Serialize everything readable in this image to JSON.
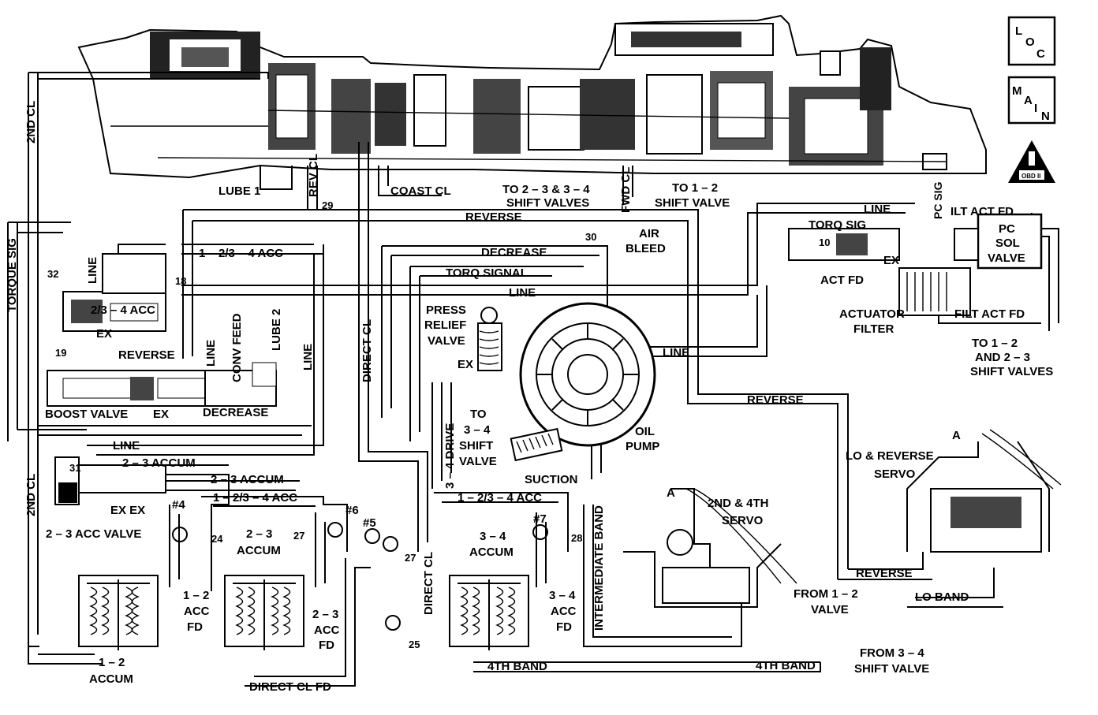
{
  "buttons": {
    "loc_top": "L",
    "loc_mid": "O",
    "loc_bot": "C",
    "main_m": "M",
    "main_a": "A",
    "main_i": "I",
    "main_n": "N",
    "obd": "OBD II"
  },
  "labels": {
    "second_cl_top": "2ND CL",
    "second_cl_bottom": "2ND CL",
    "lube1": "LUBE 1",
    "rev_cl": "REV CL",
    "n29": "29",
    "coast_cl": "COAST CL",
    "to_23_34_a": "TO 2 – 3 & 3 – 4",
    "to_23_34_b": "SHIFT VALVES",
    "fwd_cl": "FWD CL",
    "to_12_a": "TO 1 – 2",
    "to_12_b": "SHIFT VALVE",
    "reverse_top": "REVERSE",
    "line_right": "LINE",
    "pc_sig": "PC SIG",
    "ilt_act_fd": "ILT ACT FD",
    "torq_sig": "TORQ SIG",
    "n10": "10",
    "pc_sol_a": "PC",
    "pc_sol_b": "SOL",
    "pc_sol_c": "VALVE",
    "ex_right": "EX",
    "act_fd": "ACT FD",
    "actuator_a": "ACTUATOR",
    "actuator_b": "FILTER",
    "filt_act_fd": "FILT ACT FD",
    "to_12_23_a": "TO 1 – 2",
    "to_12_23_b": "AND 2 – 3",
    "to_12_23_c": "SHIFT VALVES",
    "torque_sig": "TORQUE SIG",
    "n32": "32",
    "line_v1": "LINE",
    "acc_1234_top": "1 – 2/3 – 4 ACC",
    "n18": "18",
    "acc_234": "2/3 – 4 ACC",
    "ex_234": "EX",
    "n30": "30",
    "air_bleed_a": "AIR",
    "air_bleed_b": "BLEED",
    "decrease_top": "DECREASE",
    "torq_signal": "TORQ SIGNAL",
    "line_mid": "LINE",
    "press_relief_a": "PRESS",
    "press_relief_b": "RELIEF",
    "press_relief_c": "VALVE",
    "ex_press": "EX",
    "line_pump": "LINE",
    "n19": "19",
    "reverse_left": "REVERSE",
    "line_v2": "LINE",
    "conv_feed": "CONV FEED",
    "lube2": "LUBE 2",
    "line_v3": "LINE",
    "direct_cl_v": "DIRECT CL",
    "boost_valve": "BOOST VALVE",
    "ex_boost": "EX",
    "decrease_left": "DECREASE",
    "reverse_mid": "REVERSE",
    "to_34_a": "TO",
    "to_34_b": "3 – 4",
    "to_34_c": "SHIFT",
    "to_34_d": "VALVE",
    "drive_34": "3 – 4 DRIVE",
    "oil_pump_a": "OIL",
    "oil_pump_b": "PUMP",
    "line_low": "LINE",
    "acc_23_a": "2 – 3 ACCUM",
    "acc_23_b": "2 – 3 ACCUM",
    "n31": "31",
    "suction": "SUCTION",
    "lo_rev_a": "LO & REVERSE",
    "lo_rev_b": "SERVO",
    "intermediate_band": "INTERMEDIATE BAND",
    "second_fourth_a": "2ND & 4TH",
    "second_fourth_b": "SERVO",
    "acc_1234_mid": "1 – 2/3 – 4 ACC",
    "ex_ex": "EX EX",
    "acc_1234_right": "1 – 2/3 – 4 ACC",
    "acc_valve_23": "2 – 3 ACC VALVE",
    "h4": "#4",
    "h6": "#6",
    "h5": "#5",
    "h7": "#7",
    "n24": "24",
    "n27a": "27",
    "n27b": "27",
    "n28": "28",
    "n25": "25",
    "accum23_a": "2 – 3",
    "accum23_b": "ACCUM",
    "accum34_a": "3 – 4",
    "accum34_b": "ACCUM",
    "direct_cl_low": "DIRECT CL",
    "acc12fd_a": "1 – 2",
    "acc12fd_b": "ACC",
    "acc12fd_c": "FD",
    "acc23fd_a": "2 – 3",
    "acc23fd_b": "ACC",
    "acc23fd_c": "FD",
    "acc34fd_a": "3 – 4",
    "acc34fd_b": "ACC",
    "acc34fd_c": "FD",
    "reverse_bot": "REVERSE",
    "from12_a": "FROM 1 – 2",
    "from12_b": "VALVE",
    "lo_band": "LO BAND",
    "accum12_a": "1 – 2",
    "accum12_b": "ACCUM",
    "fourth_band_a": "4TH BAND",
    "fourth_band_b": "4TH BAND",
    "from34_a": "FROM 3 – 4",
    "from34_b": "SHIFT VALVE",
    "direct_cl_fd": "DIRECT CL FD",
    "arrow_a1": "A",
    "arrow_a2": "A"
  }
}
